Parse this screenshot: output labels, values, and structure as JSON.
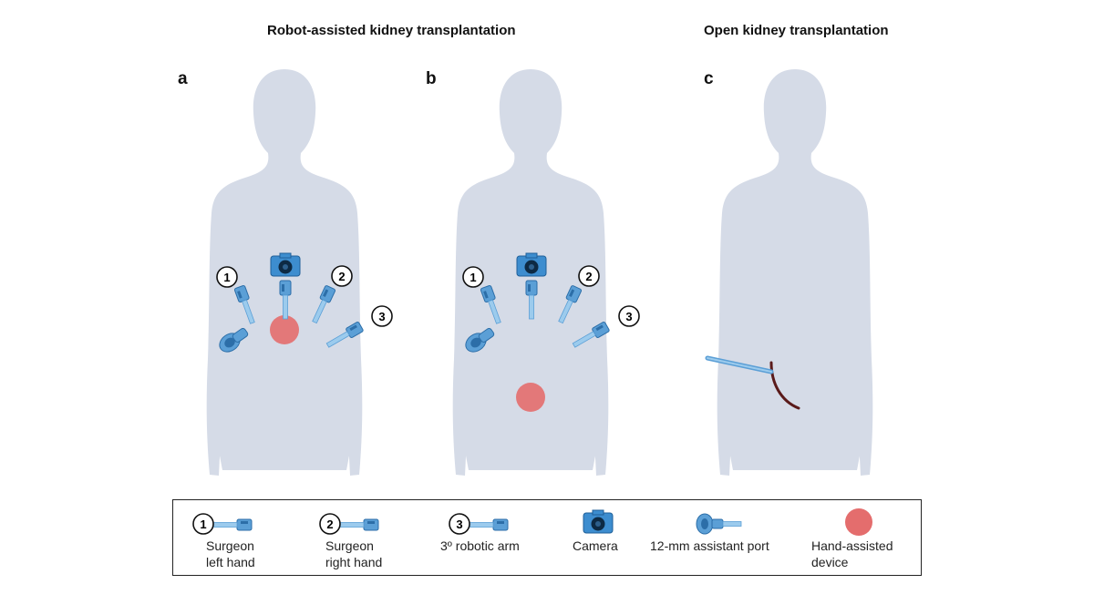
{
  "headings": {
    "robot": "Robot-assisted kidney transplantation",
    "open": "Open kidney transplantation"
  },
  "panels": [
    {
      "id": "a",
      "label": "a"
    },
    {
      "id": "b",
      "label": "b"
    },
    {
      "id": "c",
      "label": "c"
    }
  ],
  "port_numbers": {
    "one": "1",
    "two": "2",
    "three": "3"
  },
  "legend": {
    "surgeon_left": {
      "number": "1",
      "line1": "Surgeon",
      "line2": "left hand"
    },
    "surgeon_right": {
      "number": "2",
      "line1": "Surgeon",
      "line2": "right hand"
    },
    "robotic_arm": {
      "number": "3",
      "line1": "3º robotic arm"
    },
    "camera": {
      "line1": "Camera"
    },
    "assistant_port": {
      "line1": "12-mm assistant port"
    },
    "hand_device": {
      "line1": "Hand-assisted",
      "line2": "device"
    }
  },
  "colors": {
    "body": "#d5dbe7",
    "port_blue": "#5b9fd6",
    "port_light": "#9ccbed",
    "port_dark": "#2c6ea8",
    "hand_device": "#e46d6d",
    "incision": "#5a1a1a",
    "outline": "#222222"
  }
}
